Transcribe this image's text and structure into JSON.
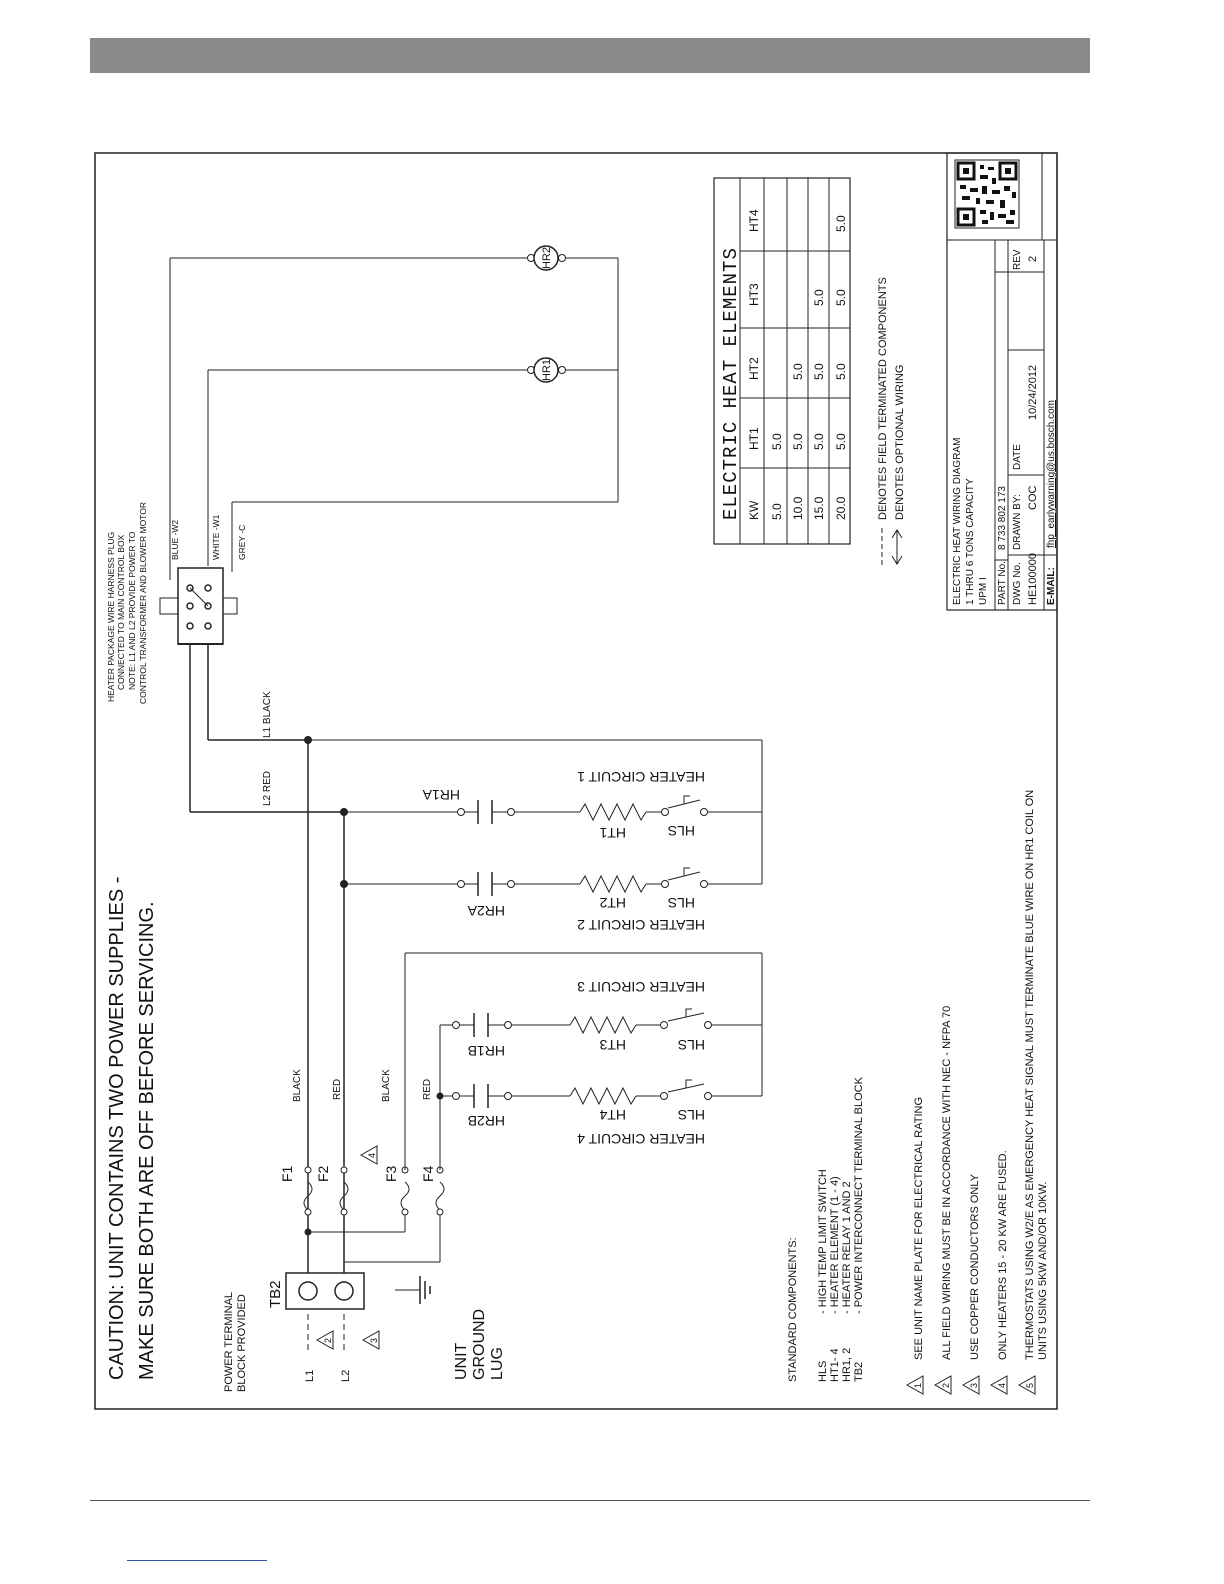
{
  "caution": {
    "line1": "CAUTION: UNIT CONTAINS TWO POWER SUPPLIES -",
    "line2": "MAKE SURE BOTH ARE OFF BEFORE SERVICING."
  },
  "harness": {
    "note1": "HEATER PACKAGE WIRE HARNESS PLUG",
    "note2": "CONNECTED TO MAIN CONTROL BOX",
    "note3": "NOTE: L1 AND L2 PROVIDE POWER TO",
    "note4": "CONTROL TRANSFORMER AND BLOWER MOTOR",
    "blue": "BLUE -W2",
    "white": "WHITE -W1",
    "grey": "GREY -C"
  },
  "relays": {
    "hr1": "HR1",
    "hr2": "HR2"
  },
  "wires": {
    "l1_black": "L1 BLACK",
    "l2_red": "L2 RED",
    "black": "BLACK",
    "red": "RED"
  },
  "circuits": [
    {
      "title": "HEATER CIRCUIT 1",
      "relay": "HR1A",
      "element": "HT1",
      "switch": "HLS"
    },
    {
      "title": "HEATER CIRCUIT 2",
      "relay": "HR2A",
      "element": "HT2",
      "switch": "HLS"
    },
    {
      "title": "HEATER CIRCUIT 3",
      "relay": "HR1B",
      "element": "HT3",
      "switch": "HLS"
    },
    {
      "title": "HEATER CIRCUIT 4",
      "relay": "HR2B",
      "element": "HT4",
      "switch": "HLS"
    }
  ],
  "fuses": [
    "F1",
    "F2",
    "F3",
    "F4"
  ],
  "power": {
    "terminal1": "POWER TERMINAL",
    "terminal2": "BLOCK PROVIDED",
    "tb": "TB2",
    "l1": "L1",
    "l2": "L2",
    "ground1": "UNIT",
    "ground2": "GROUND",
    "ground3": "LUG"
  },
  "components": {
    "title": "STANDARD COMPONENTS:",
    "items": [
      {
        "code": "HLS",
        "desc": "- HIGH TEMP LIMIT SWITCH"
      },
      {
        "code": "HT1- 4",
        "desc": "- HEATER ELEMENT (1 - 4)"
      },
      {
        "code": "HR1, 2",
        "desc": "- HEATER RELAY 1 AND 2"
      },
      {
        "code": "TB2",
        "desc": "- POWER INTERCONNECT TERMINAL BLOCK"
      }
    ]
  },
  "notes": [
    {
      "num": "1",
      "text": "SEE UNIT  NAME PLATE FOR ELECTRICAL RATING"
    },
    {
      "num": "2",
      "text": "ALL FIELD WIRING MUST BE IN ACCORDANCE WITH NEC - NFPA 70"
    },
    {
      "num": "3",
      "text": "USE COPPER CONDUCTORS ONLY"
    },
    {
      "num": "4",
      "text": "ONLY HEATERS 15 - 20 KW ARE FUSED."
    },
    {
      "num": "5",
      "text": "THERMOSTATS USING W2/E AS EMERGENCY HEAT SIGNAL MUST TERMINATE BLUE WIRE ON HR1 COIL ON",
      "text2": "UNITS USING 5KW AND/OR 10KW."
    }
  ],
  "legend": {
    "field": "DENOTES FIELD TERMINATED COMPONENTS",
    "optional": "DENOTES OPTIONAL WIRING"
  },
  "elements_table": {
    "title": "ELECTRIC  HEAT  ELEMENTS",
    "headers": [
      "KW",
      "HT1",
      "HT2",
      "HT3",
      "HT4"
    ],
    "rows": [
      [
        "5.0",
        "5.0",
        "",
        "",
        ""
      ],
      [
        "10.0",
        "5.0",
        "5.0",
        "",
        ""
      ],
      [
        "15.0",
        "5.0",
        "5.0",
        "5.0",
        ""
      ],
      [
        "20.0",
        "5.0",
        "5.0",
        "5.0",
        "5.0"
      ]
    ]
  },
  "titleblock": {
    "line1": "ELECTRIC  HEAT  WIRING  DIAGRAM",
    "line2": "1 THRU  6  TONS  CAPACITY",
    "line3": "UPM  I",
    "part_label": "PART  No.",
    "part_value": "8  733  802  173",
    "dwg_label": "DWG  No.",
    "dwg_value": "HE100000",
    "drawn_label": "DRAWN  BY:",
    "drawn_value": "COC",
    "date_label": "DATE",
    "date_value": "10/24/2012",
    "rev_label": "REV",
    "rev_value": "2",
    "email_label": "E-MAIL:",
    "email_value": "fhp_earlywarning@us.bosch.com"
  }
}
